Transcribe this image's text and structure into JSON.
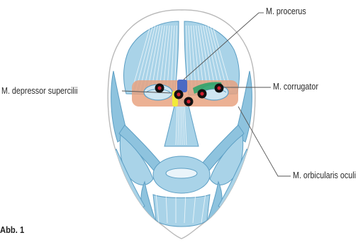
{
  "labels": {
    "procerus": "M. procerus",
    "corrugator": "M. corrugator",
    "depressor": "M. depressor supercilii",
    "orbicularis": "M. orbicularis oculi"
  },
  "figure_label": "Abb. 1",
  "colors": {
    "muscle_fill": "#a9d3e8",
    "muscle_stroke": "#5d9fc4",
    "orbicularis_highlight": "#e8a07c",
    "procerus_highlight": "#3a63c9",
    "corrugator_highlight": "#2fa36a",
    "depressor_highlight": "#f2ea3a",
    "injection_point": "#d01e2e",
    "leader_line": "#555555"
  }
}
